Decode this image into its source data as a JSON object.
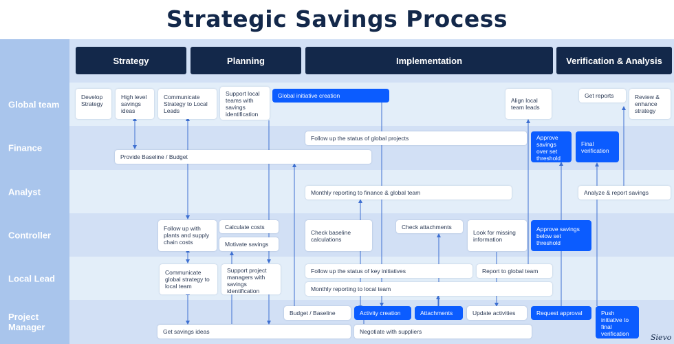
{
  "title": "Strategic Savings Process",
  "logo": "Sievo",
  "phases": [
    "Strategy",
    "Planning",
    "Implementation",
    "Verification & Analysis"
  ],
  "lanes": [
    "Global team",
    "Finance",
    "Analyst",
    "Controller",
    "Local Lead",
    "Project Manager"
  ],
  "colors": {
    "navy": "#13284a",
    "accent": "#0b5cff",
    "lane_label": "#a9c5ec",
    "lane_a": "#e3eef9",
    "lane_b": "#d2e0f5",
    "arrow": "#3d6fd1"
  },
  "tasks": {
    "develop_strategy": "Develop Strategy",
    "high_level_savings": "High level savings ideas",
    "communicate_strategy": "Communicate Strategy to Local Leads",
    "support_local_teams": "Support local teams with savings identification",
    "global_initiative": "Global initiative creation",
    "align_local": "Align local team leads",
    "get_reports": "Get reports",
    "review_enhance": "Review & enhance strategy",
    "follow_up_global": "Follow up the status of global projects",
    "provide_baseline": "Provide Baseline / Budget",
    "approve_over": "Approve savings over set threshold",
    "final_verification": "Final verification",
    "monthly_finance": "Monthly reporting to finance & global team",
    "analyze_report": "Analyze & report savings",
    "follow_up_plants": "Follow up with plants and supply chain costs",
    "calculate_costs": "Calculate costs",
    "motivate_savings": "Motivate savings",
    "check_baseline": "Check baseline calculations",
    "check_attachments": "Check attachments",
    "look_missing": "Look for missing information",
    "approve_below": "Approve savings below set threshold",
    "communicate_global": "Communicate global strategy to local team",
    "support_pm": "Support project managers with savings identification",
    "follow_up_key": "Follow up the status of key initiatives",
    "report_global": "Report to global team",
    "monthly_local": "Monthly reporting to local team",
    "get_savings_ideas": "Get savings ideas",
    "budget_baseline": "Budget / Baseline",
    "activity_creation": "Activity creation",
    "attachments": "Attachments",
    "update_activities": "Update activities",
    "request_approval": "Request approval",
    "push_initiative": "Push initiative to final verification",
    "negotiate": "Negotiate with suppliers"
  }
}
